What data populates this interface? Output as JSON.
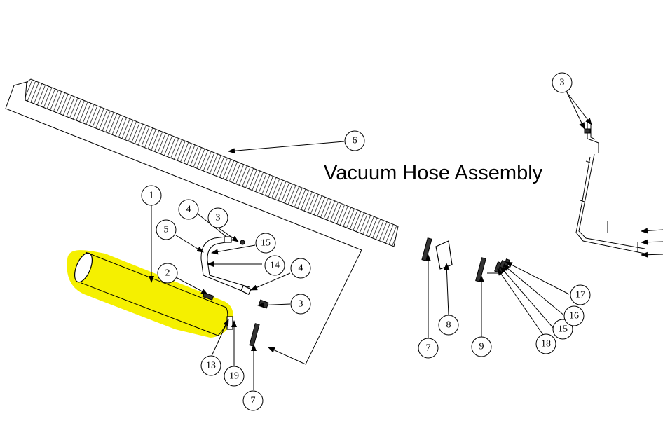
{
  "title": "Vacuum Hose Assembly",
  "highlight_color": "#f5f000",
  "callouts": [
    {
      "id": "c1",
      "label": "1"
    },
    {
      "id": "c2",
      "label": "2"
    },
    {
      "id": "c3a",
      "label": "3"
    },
    {
      "id": "c3b",
      "label": "3"
    },
    {
      "id": "c3c",
      "label": "3"
    },
    {
      "id": "c4a",
      "label": "4"
    },
    {
      "id": "c4b",
      "label": "4"
    },
    {
      "id": "c5",
      "label": "5"
    },
    {
      "id": "c6",
      "label": "6"
    },
    {
      "id": "c7a",
      "label": "7"
    },
    {
      "id": "c7b",
      "label": "7"
    },
    {
      "id": "c8",
      "label": "8"
    },
    {
      "id": "c9",
      "label": "9"
    },
    {
      "id": "c13",
      "label": "13"
    },
    {
      "id": "c14",
      "label": "14"
    },
    {
      "id": "c15a",
      "label": "15"
    },
    {
      "id": "c15b",
      "label": "15"
    },
    {
      "id": "c16",
      "label": "16"
    },
    {
      "id": "c17",
      "label": "17"
    },
    {
      "id": "c18",
      "label": "18"
    },
    {
      "id": "c19",
      "label": "19"
    }
  ]
}
